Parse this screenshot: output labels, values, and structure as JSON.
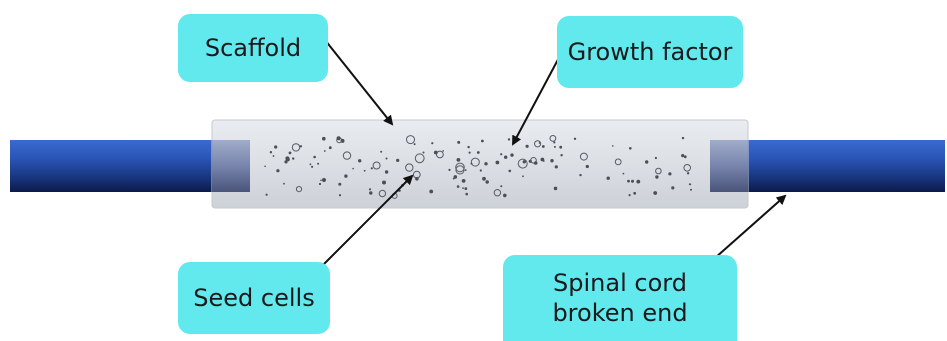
{
  "labels": {
    "scaffold": "Scaffold",
    "growth_factor": "Growth factor",
    "seed_cells": "Seed cells",
    "spinal_cord": [
      "Spinal cord",
      "broken end"
    ]
  },
  "colors": {
    "label_fill": "#62e9ee",
    "cord_blue": "#2a55b6",
    "cord_dark": "#0d1f55",
    "scaffold_gray": "#dfe3e8",
    "arrow": "#111111"
  }
}
